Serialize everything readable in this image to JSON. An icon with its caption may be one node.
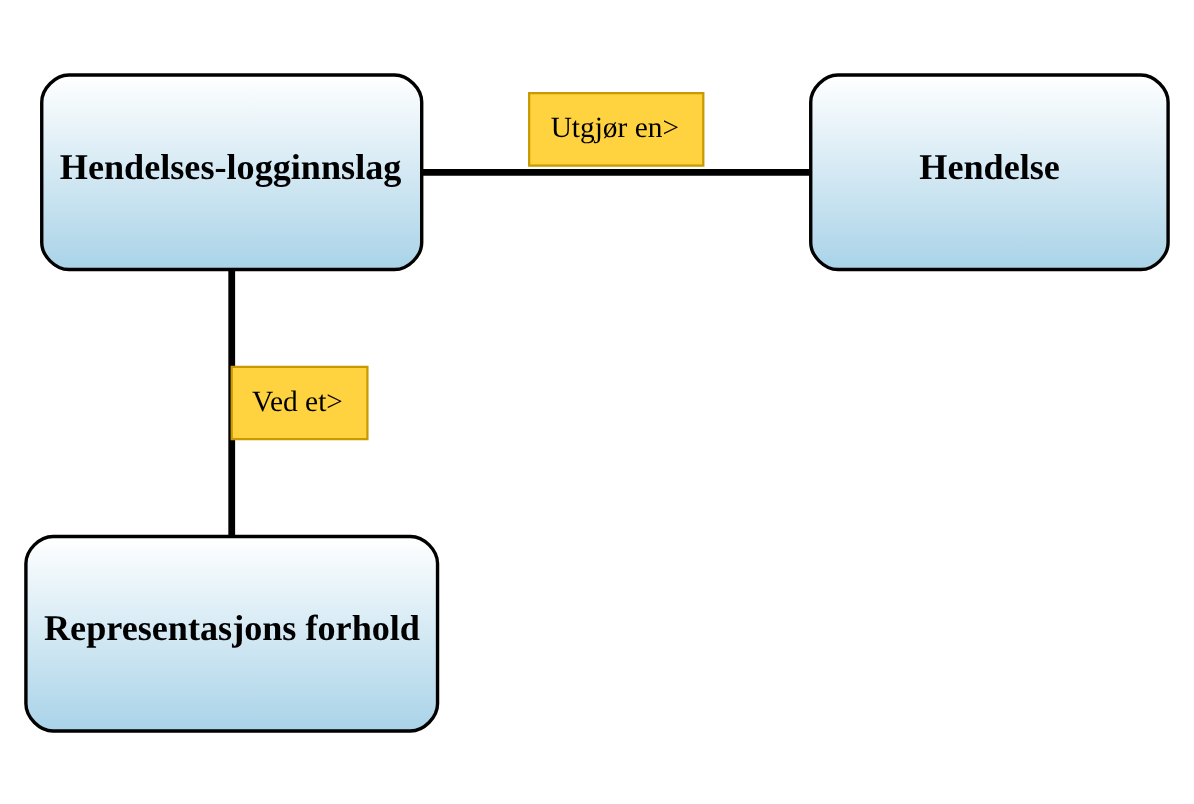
{
  "diagram": {
    "nodes": [
      {
        "text": [
          "Hendelses-logginnslag"
        ]
      },
      {
        "text": [
          "Hendelse"
        ]
      },
      {
        "text": [
          "Representasjons forhold"
        ]
      }
    ],
    "edges": [
      {
        "from": 0,
        "to": 1,
        "arrow": "none",
        "label": "Utgjør en>"
      },
      {
        "from": 0,
        "to": 2,
        "arrow": "none",
        "label": "Ved et>"
      }
    ]
  }
}
